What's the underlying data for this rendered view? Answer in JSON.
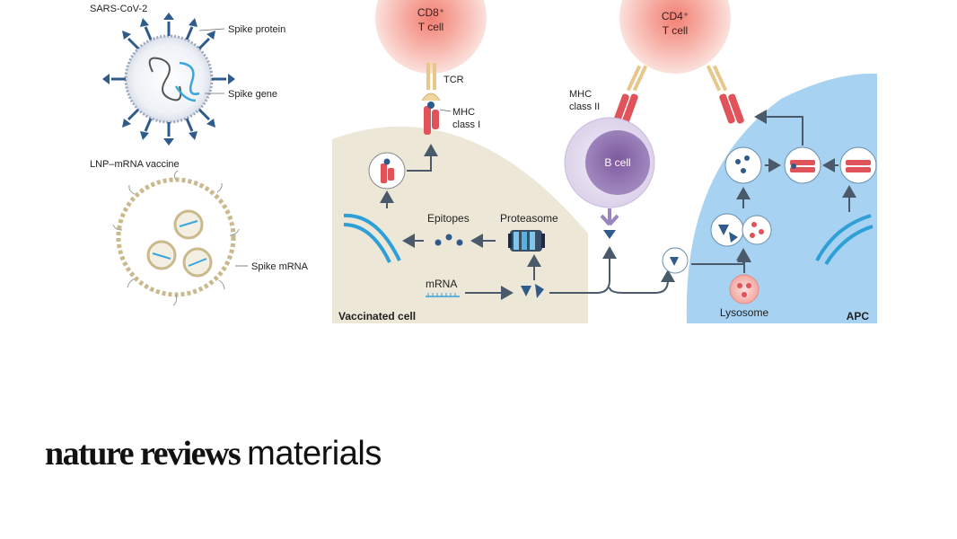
{
  "virus": {
    "title": "SARS-CoV-2",
    "spike_protein": "Spike protein",
    "spike_gene": "Spike gene"
  },
  "vaccine": {
    "title": "LNP–mRNA vaccine",
    "spike_mrna": "Spike mRNA"
  },
  "cells": {
    "cd8": [
      "CD8⁺",
      "T cell"
    ],
    "cd4": [
      "CD4⁺",
      "T cell"
    ],
    "b_cell": "B cell",
    "vaccinated": "Vaccinated cell",
    "apc": "APC",
    "lysosome": "Lysosome"
  },
  "labels": {
    "tcr": "TCR",
    "mhc1": [
      "MHC",
      "class I"
    ],
    "mhc2": [
      "MHC",
      "class II"
    ],
    "epitopes": "Epitopes",
    "proteasome": "Proteasome",
    "mrna": "mRNA"
  },
  "logo": {
    "bold": "nature reviews",
    "light": "materials"
  },
  "colors": {
    "t_cell": "#f4a39a",
    "b_cell": "#8b6aa8",
    "apc": "#a9d3f0",
    "vaccinated_cell": "#ece6d6",
    "spike": "#2f5a8c",
    "er": "#2f9fd8",
    "mhc": "#e0535a"
  }
}
